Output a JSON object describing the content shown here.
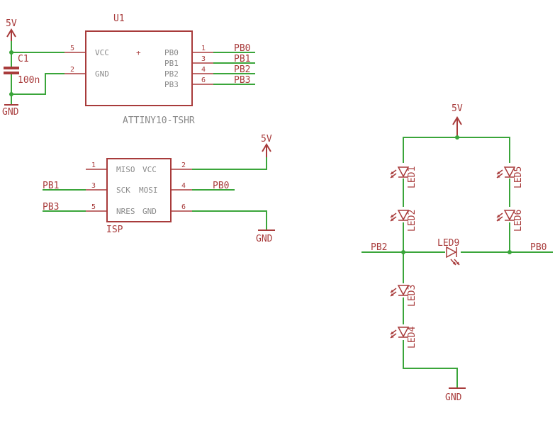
{
  "u1": {
    "name": "U1",
    "value": "ATTINY10-TSHR",
    "plus": "+",
    "pins_left": [
      {
        "num": "5",
        "name": "VCC"
      },
      {
        "num": "2",
        "name": "GND"
      }
    ],
    "pins_right": [
      {
        "num": "1",
        "name": "PB0"
      },
      {
        "num": "3",
        "name": "PB1"
      },
      {
        "num": "4",
        "name": "PB2"
      },
      {
        "num": "6",
        "name": "PB3"
      }
    ],
    "nets_right": [
      "PB0",
      "PB1",
      "PB2",
      "PB3"
    ]
  },
  "c1": {
    "name": "C1",
    "value": "100n"
  },
  "supply": {
    "vcc": "5V",
    "gnd": "GND"
  },
  "isp": {
    "name": "ISP",
    "pins_left": [
      {
        "num": "1",
        "name": "MISO"
      },
      {
        "num": "3",
        "name": "SCK"
      },
      {
        "num": "5",
        "name": "NRES"
      }
    ],
    "pins_right": [
      {
        "num": "2",
        "name": "VCC"
      },
      {
        "num": "4",
        "name": "MOSI"
      },
      {
        "num": "6",
        "name": "GND"
      }
    ],
    "nets": {
      "pin3": "PB1",
      "pin5": "PB3",
      "pin4": "PB0"
    }
  },
  "leds": {
    "left_column": [
      "LED1",
      "LED2",
      "LED3",
      "LED4"
    ],
    "right_column": [
      "LED5",
      "LED6"
    ],
    "middle": "LED9"
  },
  "led_nets": {
    "left": "PB2",
    "right": "PB0"
  }
}
